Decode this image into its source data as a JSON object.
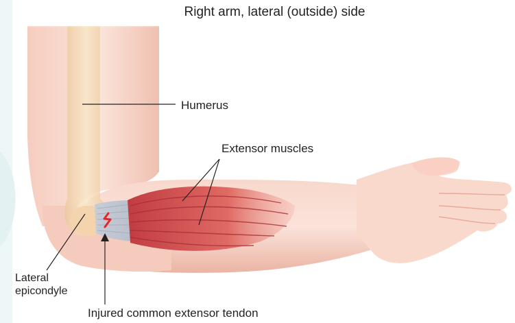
{
  "title": "Right arm, lateral (outside) side",
  "labels": {
    "humerus": "Humerus",
    "extensor_muscles": "Extensor muscles",
    "lateral_line1": "Lateral",
    "lateral_line2": "epicondyle",
    "tendon": "Injured common extensor tendon"
  },
  "colors": {
    "skin_light": "#fbe3da",
    "skin_mid": "#f4c8b9",
    "skin_shadow": "#e7a999",
    "bone": "#f6ddb8",
    "bone_shadow": "#e9c79a",
    "muscle": "#d8514f",
    "muscle_dark": "#b7343a",
    "tendon": "#c9d0da",
    "injury": "#e2262b",
    "line": "#222222",
    "panel": "#eef7f8"
  }
}
